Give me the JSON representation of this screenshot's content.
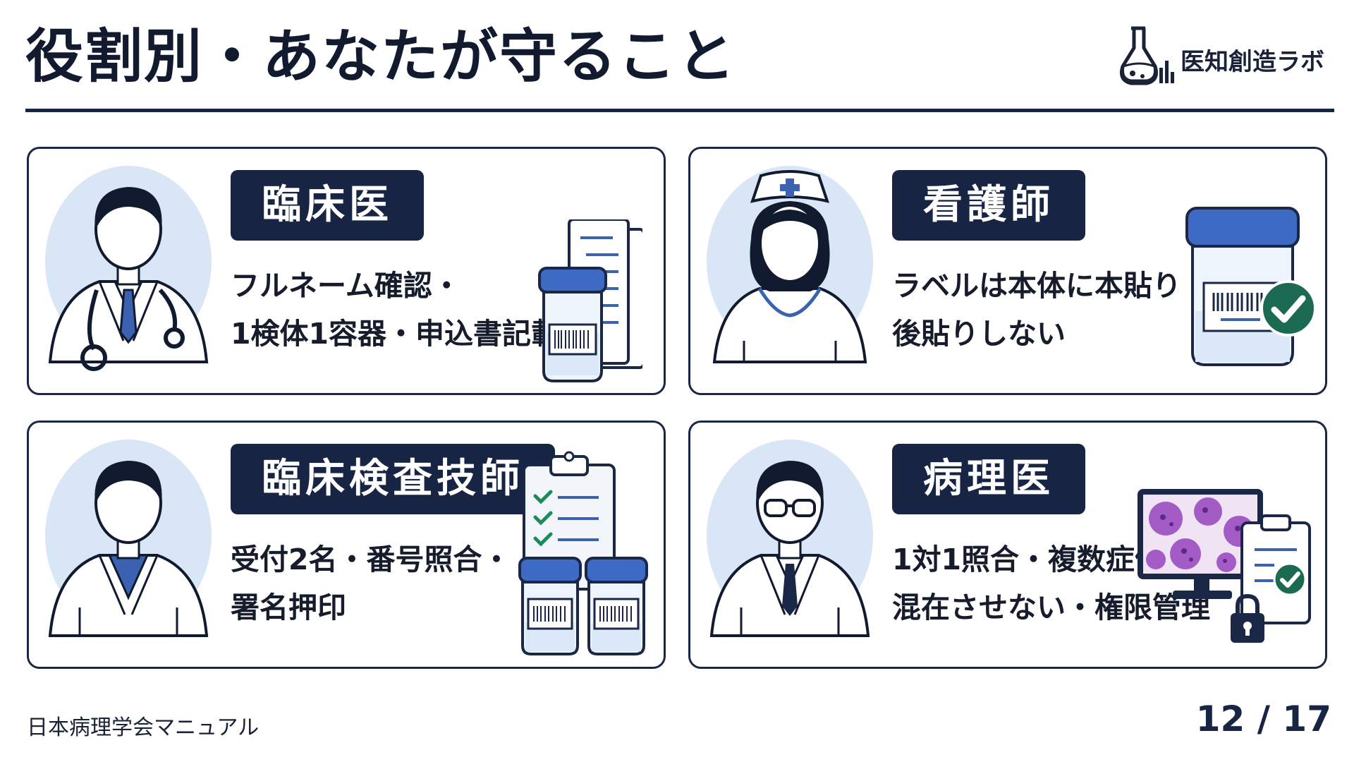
{
  "title": "役割別・あなたが守ること",
  "brand": {
    "name": "医知創造ラボ"
  },
  "roles": [
    {
      "name": "臨床医",
      "lines": [
        "フルネーム確認・",
        "1検体1容器・申込書記載"
      ]
    },
    {
      "name": "看護師",
      "lines": [
        "ラベルは本体に本貼り・",
        "後貼りしない"
      ]
    },
    {
      "name": "臨床検査技師",
      "lines": [
        "受付2名・番号照合・",
        "署名押印"
      ]
    },
    {
      "name": "病理医",
      "lines": [
        "1対1照合・複数症例を",
        "混在させない・権限管理"
      ]
    }
  ],
  "footer": {
    "source": "日本病理学会マニュアル",
    "page": "12 / 17"
  },
  "colors": {
    "navy": "#172444",
    "accent_blue": "#3a62b0",
    "avatar_bg": "#d9e6f6",
    "check_green": "#1d6a52",
    "lid_blue": "#3d6ac2"
  },
  "icons": [
    "flask-logo-icon",
    "doctor-avatar-icon",
    "nurse-avatar-icon",
    "technician-avatar-icon",
    "pathologist-avatar-icon",
    "specimen-container-icon",
    "document-icon",
    "check-circle-icon",
    "clipboard-checklist-icon",
    "microscope-monitor-icon",
    "lock-icon"
  ]
}
